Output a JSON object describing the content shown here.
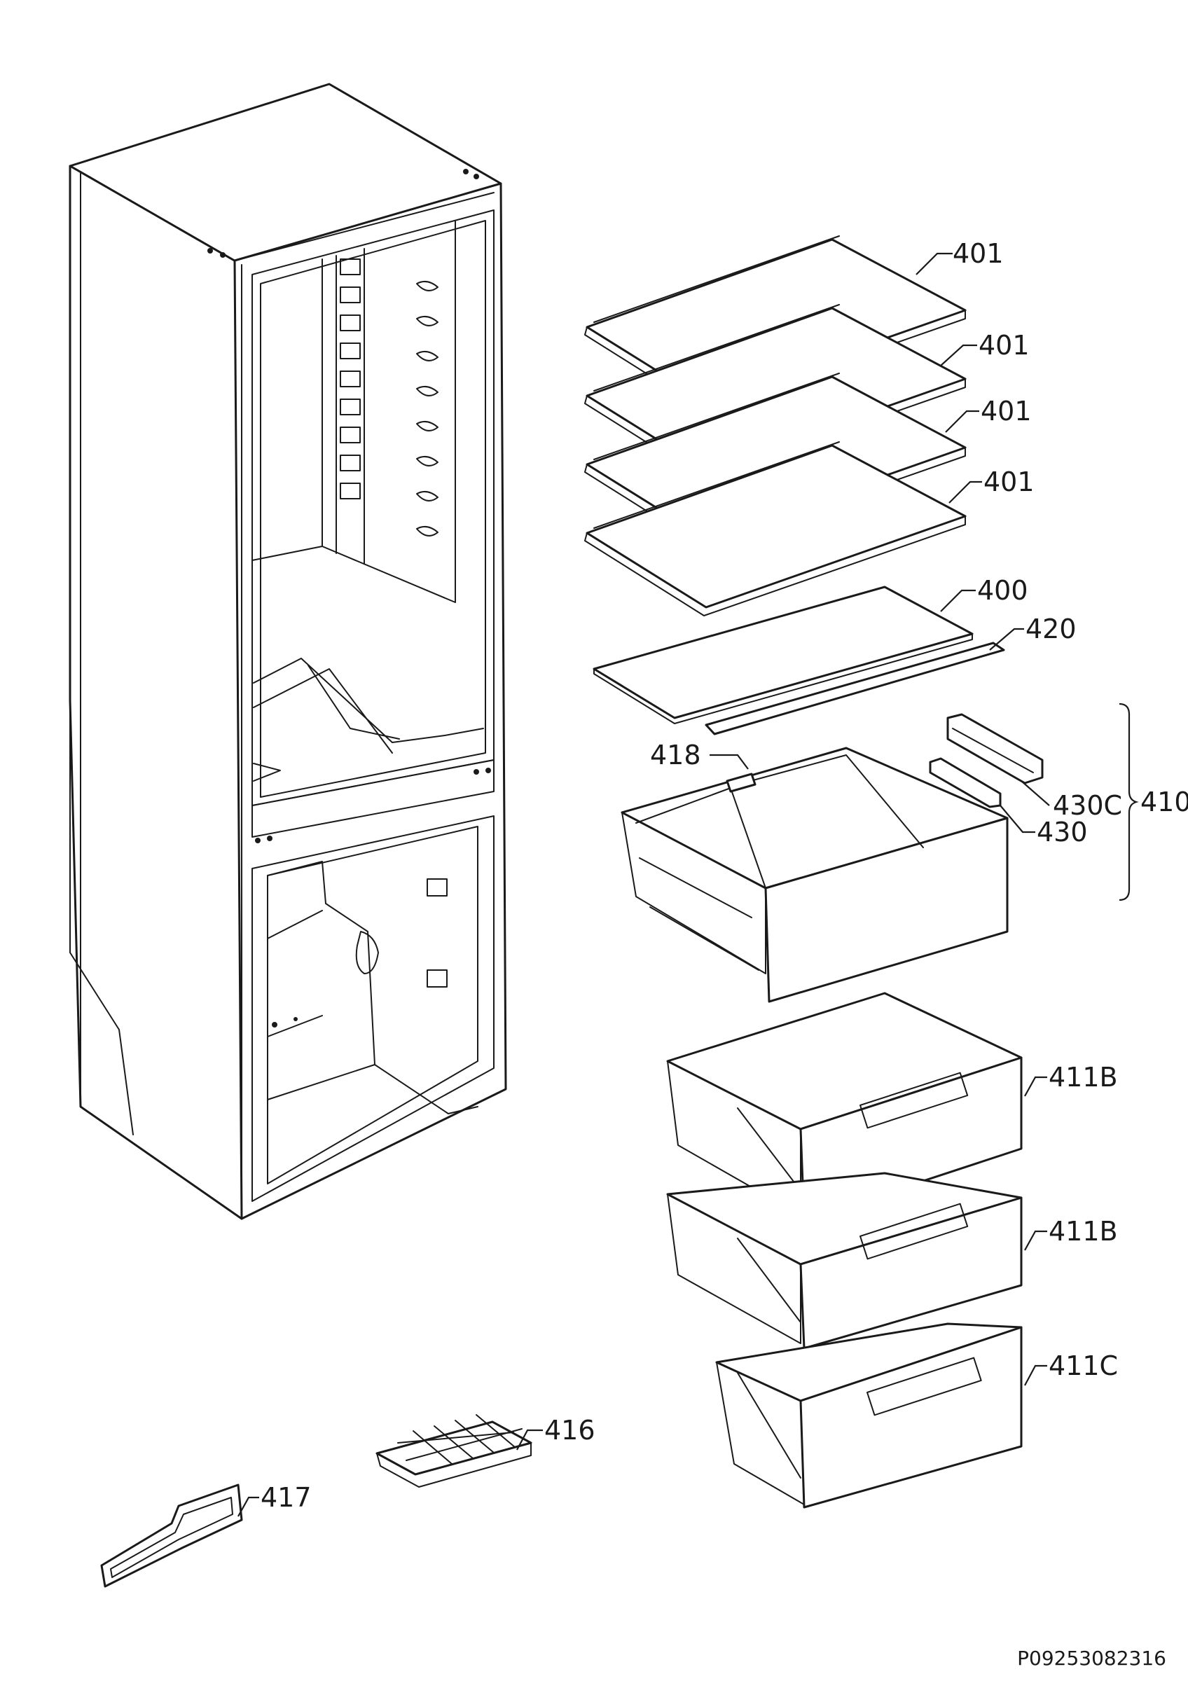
{
  "callouts": [
    {
      "id": "shelf-1",
      "text": "401"
    },
    {
      "id": "shelf-2",
      "text": "401"
    },
    {
      "id": "shelf-3",
      "text": "401"
    },
    {
      "id": "shelf-4",
      "text": "401"
    },
    {
      "id": "shelf-glass",
      "text": "400"
    },
    {
      "id": "shelf-trim",
      "text": "420"
    },
    {
      "id": "divider",
      "text": "418"
    },
    {
      "id": "rail-c",
      "text": "430C"
    },
    {
      "id": "rail",
      "text": "430"
    },
    {
      "id": "drawer-group",
      "text": "410"
    },
    {
      "id": "drawer-b1",
      "text": "411B"
    },
    {
      "id": "drawer-b2",
      "text": "411B"
    },
    {
      "id": "drawer-c",
      "text": "411C"
    },
    {
      "id": "ice-tray",
      "text": "416"
    },
    {
      "id": "ice-scoop",
      "text": "417"
    }
  ],
  "reference_code": "P09253082316"
}
